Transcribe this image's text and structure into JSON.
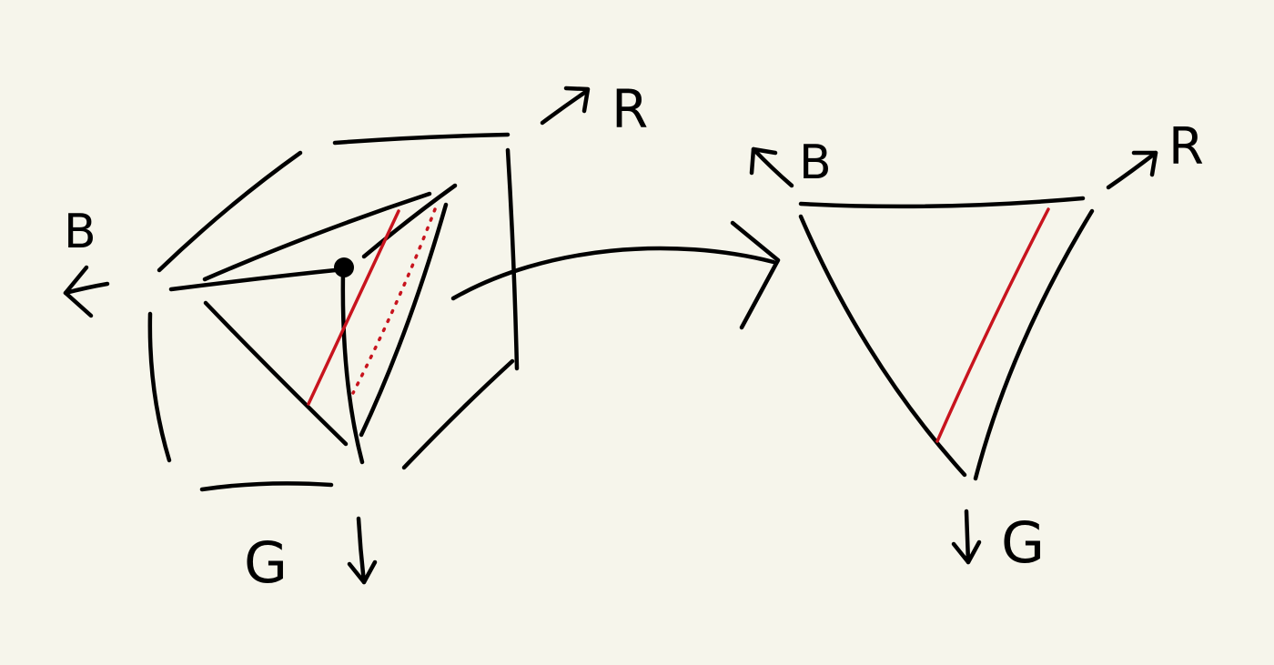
{
  "colors": {
    "background": "#f6f5eb",
    "ink": "#000000",
    "accent_red": "#c8141e"
  },
  "cube_axes": {
    "r_label": "R",
    "b_label": "B",
    "g_label": "G"
  },
  "triangle_axes": {
    "b_label": "B",
    "r_label": "R",
    "g_label": "G"
  },
  "icons": {
    "arrow_r": "arrow-up-right-icon",
    "arrow_b": "arrow-left-icon",
    "arrow_g": "arrow-down-icon",
    "mapping_arrow": "arrow-right-icon"
  }
}
